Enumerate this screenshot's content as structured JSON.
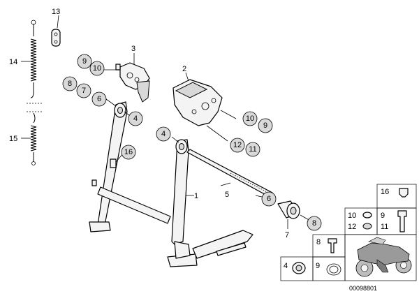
{
  "callouts": {
    "c1": "1",
    "c2": "2",
    "c3": "3",
    "c4a": "4",
    "c4b": "4",
    "c5": "5",
    "c6a": "6",
    "c6b": "6",
    "c7a": "7",
    "c7b": "7",
    "c8a": "8",
    "c8b": "8",
    "c9a": "9",
    "c9b": "9",
    "c10a": "10",
    "c10b": "10",
    "c11": "11",
    "c12": "12",
    "c13": "13",
    "c14": "14",
    "c15": "15",
    "c16": "16"
  },
  "legend": {
    "cell16": "16",
    "cell10": "10",
    "cell12": "12",
    "cell9": "9",
    "cell11": "11",
    "cell8": "8",
    "cell4": "4",
    "cell9b": "9"
  },
  "footer": {
    "drawing_number": "00098801"
  }
}
